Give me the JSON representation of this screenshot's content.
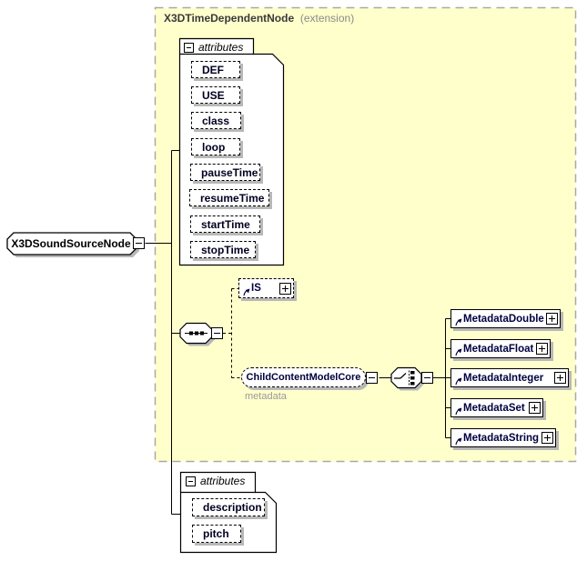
{
  "header": {
    "title": "X3DTimeDependentNode",
    "suffix": "(extension)"
  },
  "root": {
    "label": "X3DSoundSourceNode"
  },
  "attr_top": {
    "label": "attributes",
    "items": [
      "DEF",
      "USE",
      "class",
      "loop",
      "pauseTime",
      "resumeTime",
      "startTime",
      "stopTime"
    ]
  },
  "is_el": {
    "label": "IS"
  },
  "ccm": {
    "label": "ChildContentModelCore",
    "caption": "metadata"
  },
  "metadata": {
    "items": [
      "MetadataDouble",
      "MetadataFloat",
      "MetadataInteger",
      "MetadataSet",
      "MetadataString"
    ]
  },
  "attr_bottom": {
    "label": "attributes",
    "items": [
      "description",
      "pitch"
    ]
  },
  "icons": {
    "collapse": "minus-toggle",
    "expand": "plus-toggle",
    "reference": "ne-arrow",
    "sequence": "dotted-sequence",
    "choice": "switch-choice"
  },
  "colors": {
    "extension_bg": "#ffffcc",
    "extension_border": "#a8a8a8",
    "name_text": "#000040",
    "caption": "#999999",
    "shadow": "#b8b8b8"
  }
}
